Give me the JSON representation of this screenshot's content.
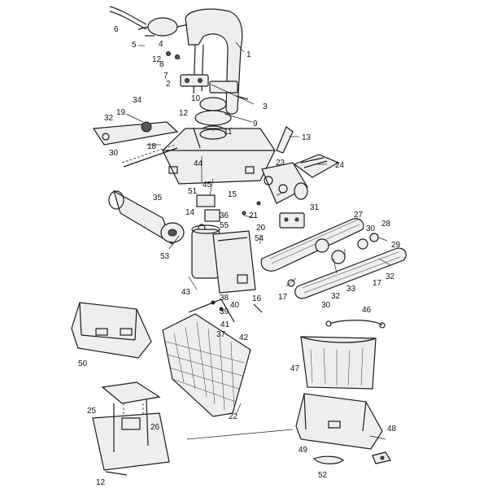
{
  "callouts": [
    {
      "id": "1",
      "text": "1"
    },
    {
      "id": "2",
      "text": "2"
    },
    {
      "id": "3",
      "text": "3"
    },
    {
      "id": "4",
      "text": "4"
    },
    {
      "id": "5",
      "text": "5"
    },
    {
      "id": "6",
      "text": "6"
    },
    {
      "id": "7",
      "text": "7"
    },
    {
      "id": "8",
      "text": "8"
    },
    {
      "id": "9",
      "text": "9"
    },
    {
      "id": "10",
      "text": "10"
    },
    {
      "id": "11",
      "text": "11"
    },
    {
      "id": "12a",
      "text": "12"
    },
    {
      "id": "12b",
      "text": "12"
    },
    {
      "id": "12c",
      "text": "12"
    },
    {
      "id": "13",
      "text": "13"
    },
    {
      "id": "14",
      "text": "14"
    },
    {
      "id": "15",
      "text": "15"
    },
    {
      "id": "16",
      "text": "16"
    },
    {
      "id": "17a",
      "text": "17"
    },
    {
      "id": "17b",
      "text": "17"
    },
    {
      "id": "18",
      "text": "18"
    },
    {
      "id": "19",
      "text": "19"
    },
    {
      "id": "20",
      "text": "20"
    },
    {
      "id": "21",
      "text": "21"
    },
    {
      "id": "22",
      "text": "22"
    },
    {
      "id": "23",
      "text": "23"
    },
    {
      "id": "24",
      "text": "24"
    },
    {
      "id": "25",
      "text": "25"
    },
    {
      "id": "26",
      "text": "26"
    },
    {
      "id": "27",
      "text": "27"
    },
    {
      "id": "28",
      "text": "28"
    },
    {
      "id": "29",
      "text": "29"
    },
    {
      "id": "30a",
      "text": "30"
    },
    {
      "id": "30b",
      "text": "30"
    },
    {
      "id": "30c",
      "text": "30"
    },
    {
      "id": "31",
      "text": "31"
    },
    {
      "id": "32a",
      "text": "32"
    },
    {
      "id": "32b",
      "text": "32"
    },
    {
      "id": "32c",
      "text": "32"
    },
    {
      "id": "33",
      "text": "33"
    },
    {
      "id": "34",
      "text": "34"
    },
    {
      "id": "35",
      "text": "35"
    },
    {
      "id": "36",
      "text": "36"
    },
    {
      "id": "37",
      "text": "37"
    },
    {
      "id": "38",
      "text": "38"
    },
    {
      "id": "39",
      "text": "39"
    },
    {
      "id": "40",
      "text": "40"
    },
    {
      "id": "41",
      "text": "41"
    },
    {
      "id": "42",
      "text": "42"
    },
    {
      "id": "43",
      "text": "43"
    },
    {
      "id": "44",
      "text": "44"
    },
    {
      "id": "45",
      "text": "45"
    },
    {
      "id": "46",
      "text": "46"
    },
    {
      "id": "47",
      "text": "47"
    },
    {
      "id": "48",
      "text": "48"
    },
    {
      "id": "49",
      "text": "49"
    },
    {
      "id": "50",
      "text": "50"
    },
    {
      "id": "51",
      "text": "51"
    },
    {
      "id": "52",
      "text": "52"
    },
    {
      "id": "53",
      "text": "53"
    },
    {
      "id": "54",
      "text": "54"
    },
    {
      "id": "55",
      "text": "55"
    }
  ]
}
